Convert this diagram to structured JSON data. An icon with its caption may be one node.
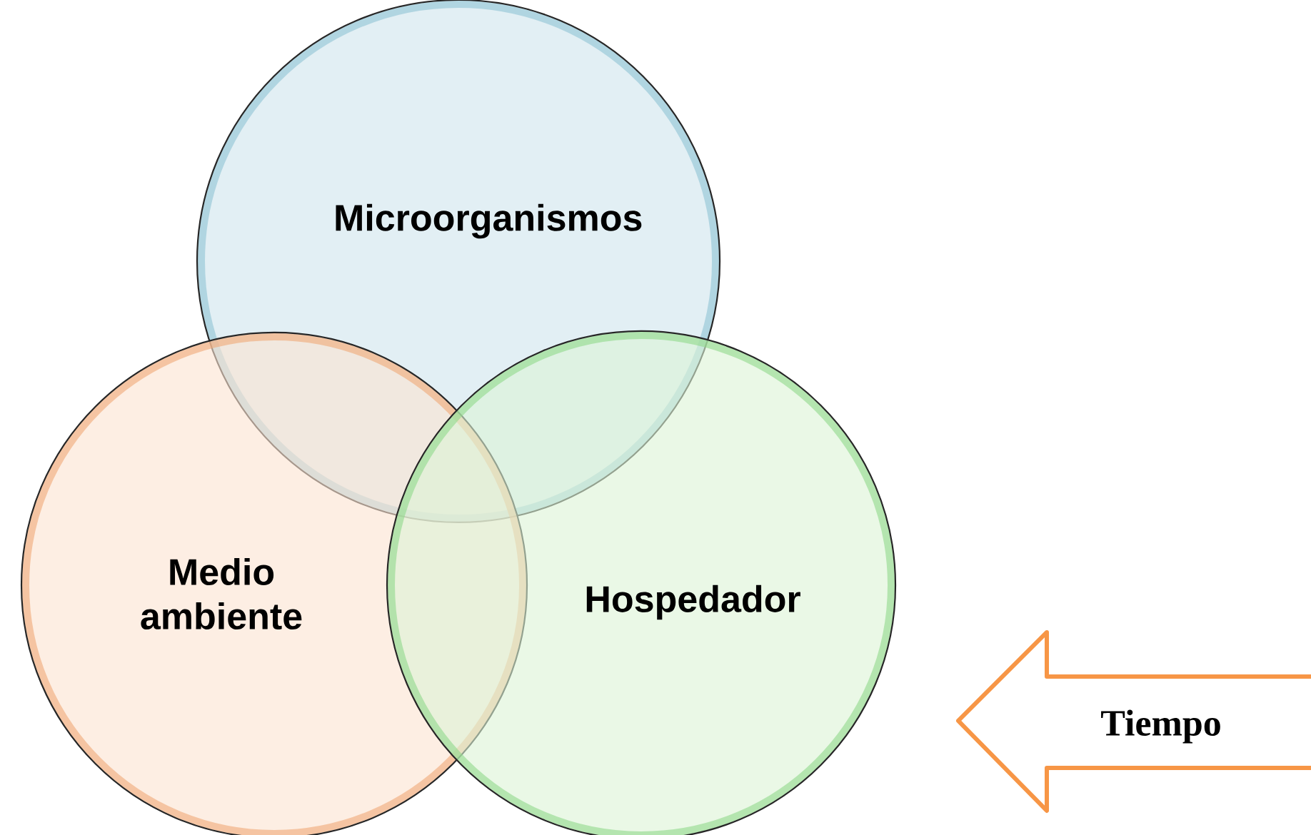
{
  "diagram": {
    "nodes": [
      {
        "text": [
          "Microorganismos"
        ]
      },
      {
        "text": [
          "Medio ambiente"
        ]
      },
      {
        "text": [
          "Hospedador"
        ]
      },
      {
        "text": [
          "Tiempo"
        ]
      }
    ]
  }
}
